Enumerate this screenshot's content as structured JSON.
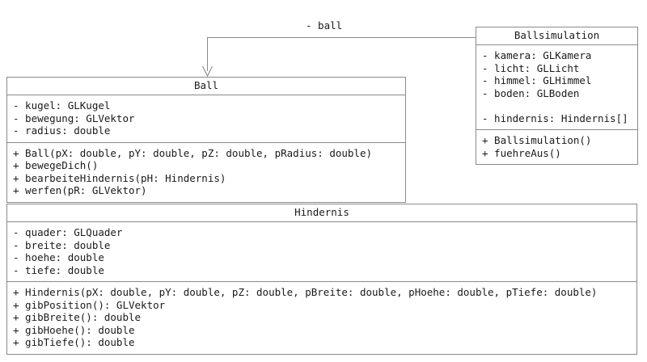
{
  "diagram": {
    "type": "uml-class-diagram",
    "background_color": "#ffffff",
    "line_color": "#8a8a8a",
    "text_color": "#1a1a1a"
  },
  "association": {
    "label": "- ball",
    "from": "Ballsimulation",
    "to": "Ball",
    "arrow": "open-arrow-down"
  },
  "classes": {
    "ball": {
      "name": "Ball",
      "attributes": [
        "- kugel: GLKugel",
        "- bewegung: GLVektor",
        "- radius: double"
      ],
      "methods": [
        "+ Ball(pX: double, pY: double, pZ: double, pRadius: double)",
        "+ bewegeDich()",
        "+ bearbeiteHindernis(pH: Hindernis)",
        "+ werfen(pR: GLVektor)"
      ]
    },
    "ballsimulation": {
      "name": "Ballsimulation",
      "attributes": [
        "- kamera: GLKamera",
        "- licht: GLLicht",
        "- himmel: GLHimmel",
        "- boden: GLBoden",
        "",
        "- hindernis: Hindernis[]"
      ],
      "methods": [
        "+ Ballsimulation()",
        "+ fuehreAus()"
      ]
    },
    "hindernis": {
      "name": "Hindernis",
      "attributes": [
        "- quader: GLQuader",
        "- breite: double",
        "- hoehe: double",
        "- tiefe: double"
      ],
      "methods": [
        "+ Hindernis(pX: double, pY: double, pZ: double, pBreite: double, pHoehe: double, pTiefe: double)",
        "+ gibPosition(): GLVektor",
        "+ gibBreite(): double",
        "+ gibHoehe(): double",
        "+ gibTiefe(): double"
      ]
    }
  }
}
